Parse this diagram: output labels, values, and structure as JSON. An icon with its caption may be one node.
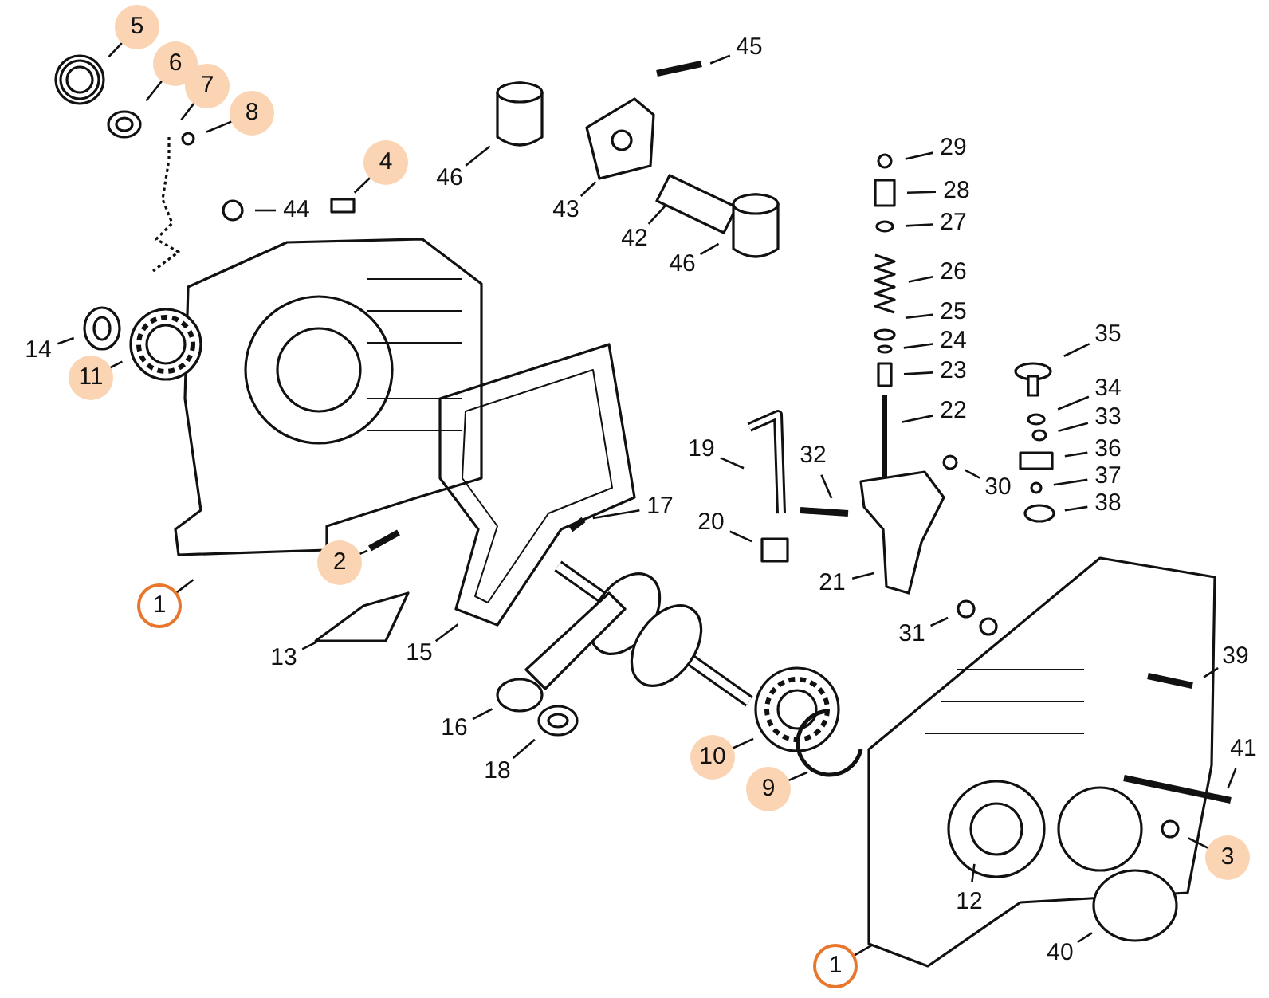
{
  "diagram": {
    "nodes": [
      {
        "text": [
          "5"
        ]
      },
      {
        "text": [
          "45"
        ]
      },
      {
        "text": [
          "6"
        ]
      },
      {
        "text": [
          "7"
        ]
      },
      {
        "text": [
          "8"
        ]
      },
      {
        "text": [
          "46"
        ]
      },
      {
        "text": [
          "29"
        ]
      },
      {
        "text": [
          "4"
        ]
      },
      {
        "text": [
          "43"
        ]
      },
      {
        "text": [
          "28"
        ]
      },
      {
        "text": [
          "44"
        ]
      },
      {
        "text": [
          "42"
        ]
      },
      {
        "text": [
          "27"
        ]
      },
      {
        "text": [
          "46"
        ]
      },
      {
        "text": [
          "26"
        ]
      },
      {
        "text": [
          "25"
        ]
      },
      {
        "text": [
          "35"
        ]
      },
      {
        "text": [
          "24"
        ]
      },
      {
        "text": [
          "14"
        ]
      },
      {
        "text": [
          "23"
        ]
      },
      {
        "text": [
          "11"
        ]
      },
      {
        "text": [
          "34"
        ]
      },
      {
        "text": [
          "22"
        ]
      },
      {
        "text": [
          "33"
        ]
      },
      {
        "text": [
          "36"
        ]
      },
      {
        "text": [
          "19"
        ]
      },
      {
        "text": [
          "32"
        ]
      },
      {
        "text": [
          "37"
        ]
      },
      {
        "text": [
          "30"
        ]
      },
      {
        "text": [
          "17"
        ]
      },
      {
        "text": [
          "38"
        ]
      },
      {
        "text": [
          "20"
        ]
      },
      {
        "text": [
          "2"
        ]
      },
      {
        "text": [
          "21"
        ]
      },
      {
        "text": [
          "1"
        ]
      },
      {
        "text": [
          "31"
        ]
      },
      {
        "text": [
          "15"
        ]
      },
      {
        "text": [
          "39"
        ]
      },
      {
        "text": [
          "13"
        ]
      },
      {
        "text": [
          "16"
        ]
      },
      {
        "text": [
          "18"
        ]
      },
      {
        "text": [
          "10"
        ]
      },
      {
        "text": [
          "41"
        ]
      },
      {
        "text": [
          "9"
        ]
      },
      {
        "text": [
          "3"
        ]
      },
      {
        "text": [
          "12"
        ]
      },
      {
        "text": [
          "40"
        ]
      },
      {
        "text": [
          "1"
        ]
      }
    ],
    "edges": [
      {
        "from": 0,
        "to": null,
        "arrow": "none"
      },
      {
        "from": 1,
        "to": null,
        "arrow": "none"
      },
      {
        "from": 2,
        "to": null,
        "arrow": "none"
      },
      {
        "from": 3,
        "to": null,
        "arrow": "none"
      },
      {
        "from": 4,
        "to": null,
        "arrow": "none"
      },
      {
        "from": 5,
        "to": null,
        "arrow": "none"
      },
      {
        "from": 6,
        "to": null,
        "arrow": "none"
      },
      {
        "from": 7,
        "to": null,
        "arrow": "none"
      },
      {
        "from": 8,
        "to": null,
        "arrow": "none"
      },
      {
        "from": 9,
        "to": null,
        "arrow": "none"
      },
      {
        "from": 10,
        "to": null,
        "arrow": "none"
      },
      {
        "from": 11,
        "to": null,
        "arrow": "none"
      },
      {
        "from": 12,
        "to": null,
        "arrow": "none"
      },
      {
        "from": 13,
        "to": null,
        "arrow": "none"
      },
      {
        "from": 14,
        "to": null,
        "arrow": "none"
      },
      {
        "from": 15,
        "to": null,
        "arrow": "none"
      },
      {
        "from": 16,
        "to": null,
        "arrow": "none"
      },
      {
        "from": 17,
        "to": null,
        "arrow": "none"
      },
      {
        "from": 18,
        "to": null,
        "arrow": "none"
      },
      {
        "from": 19,
        "to": null,
        "arrow": "none"
      },
      {
        "from": 20,
        "to": null,
        "arrow": "none"
      },
      {
        "from": 21,
        "to": null,
        "arrow": "none"
      },
      {
        "from": 22,
        "to": null,
        "arrow": "none"
      },
      {
        "from": 23,
        "to": null,
        "arrow": "none"
      },
      {
        "from": 24,
        "to": null,
        "arrow": "none"
      },
      {
        "from": 25,
        "to": null,
        "arrow": "none"
      },
      {
        "from": 26,
        "to": null,
        "arrow": "none"
      },
      {
        "from": 27,
        "to": null,
        "arrow": "none"
      },
      {
        "from": 28,
        "to": null,
        "arrow": "none"
      },
      {
        "from": 29,
        "to": null,
        "arrow": "none"
      },
      {
        "from": 30,
        "to": null,
        "arrow": "none"
      },
      {
        "from": 31,
        "to": null,
        "arrow": "none"
      },
      {
        "from": 32,
        "to": null,
        "arrow": "none"
      },
      {
        "from": 33,
        "to": null,
        "arrow": "none"
      },
      {
        "from": 34,
        "to": null,
        "arrow": "none"
      },
      {
        "from": 35,
        "to": null,
        "arrow": "none"
      },
      {
        "from": 36,
        "to": null,
        "arrow": "none"
      },
      {
        "from": 37,
        "to": null,
        "arrow": "none"
      },
      {
        "from": 38,
        "to": null,
        "arrow": "none"
      },
      {
        "from": 39,
        "to": null,
        "arrow": "none"
      },
      {
        "from": 40,
        "to": null,
        "arrow": "none"
      },
      {
        "from": 41,
        "to": null,
        "arrow": "none"
      },
      {
        "from": 42,
        "to": null,
        "arrow": "none"
      },
      {
        "from": 43,
        "to": null,
        "arrow": "none"
      },
      {
        "from": 44,
        "to": null,
        "arrow": "none"
      },
      {
        "from": 45,
        "to": null,
        "arrow": "none"
      },
      {
        "from": 46,
        "to": null,
        "arrow": "none"
      },
      {
        "from": 47,
        "to": null,
        "arrow": "none"
      }
    ]
  }
}
